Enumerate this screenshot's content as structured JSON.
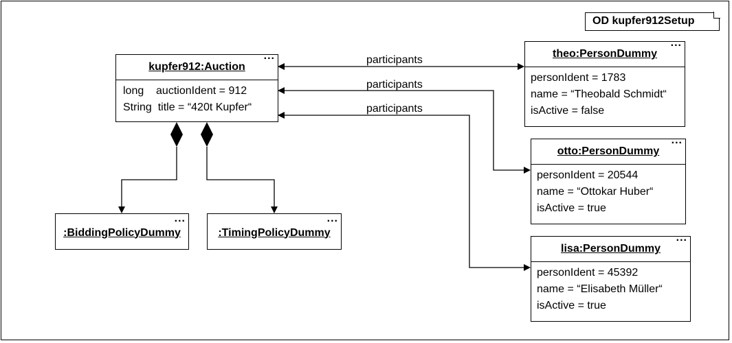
{
  "diagram_title": "OD kupfer912Setup",
  "auction": {
    "name": "kupfer912:Auction",
    "dots": "...",
    "attributes": [
      "long    auctionIdent = 912",
      "String  title = “420t Kupfer“"
    ]
  },
  "policies": [
    {
      "name": ":BiddingPolicyDummy",
      "dots": "..."
    },
    {
      "name": ":TimingPolicyDummy",
      "dots": "..."
    }
  ],
  "persons": [
    {
      "name": "theo:PersonDummy",
      "dots": "...",
      "attributes": [
        "personIdent = 1783",
        "name = “Theobald Schmidt“",
        "isActive = false"
      ]
    },
    {
      "name": "otto:PersonDummy",
      "dots": "...",
      "attributes": [
        "personIdent = 20544",
        "name = “Ottokar Huber“",
        "isActive = true"
      ]
    },
    {
      "name": "lisa:PersonDummy",
      "dots": "...",
      "attributes": [
        "personIdent = 45392",
        "name = “Elisabeth Müller“",
        "isActive = true"
      ]
    }
  ],
  "links": [
    {
      "label": "participants"
    },
    {
      "label": "participants"
    },
    {
      "label": "participants"
    }
  ]
}
